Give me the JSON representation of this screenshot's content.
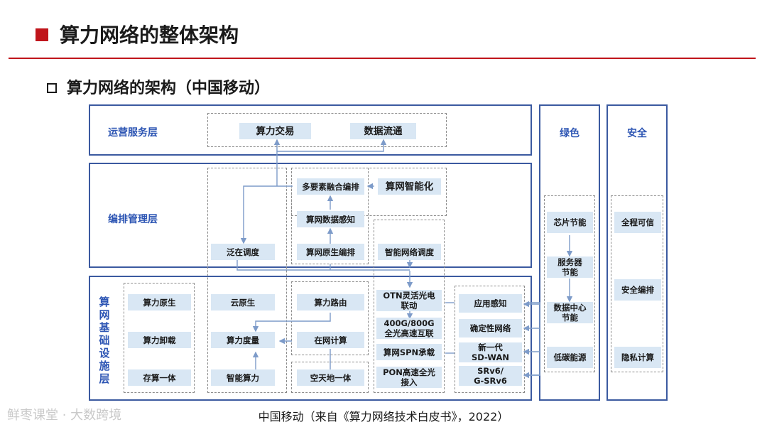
{
  "page": {
    "title": "算力网络的整体架构",
    "subtitle": "算力网络的架构（中国移动）",
    "caption": "中国移动（来自《算力网络技术白皮书》，2022）",
    "watermark": "鲜枣课堂 · 大数跨境"
  },
  "colors": {
    "accent": "#c0151b",
    "layer_border": "#3b5aa0",
    "label_blue": "#2e56b4",
    "chip_fill": "#d9e7f4",
    "arrow": "#7d9bc9"
  },
  "layers": {
    "operation": "运营服务层",
    "orchestration": "编排管理层",
    "infrastructure": "算网基础设施层",
    "green": "绿色",
    "security": "安全"
  },
  "operation_items": {
    "compute_trade": "算力交易",
    "data_flow": "数据流通"
  },
  "orchestration_items": {
    "multi_element": "多要素融合编排",
    "intelligent": "算网智能化",
    "perception": "算网数据感知",
    "native": "算网原生编排",
    "ubiquitous": "泛在调度",
    "smart_net": "智能网络调度"
  },
  "infra_items": {
    "col1": [
      "算力原生",
      "算力卸载",
      "存算一体"
    ],
    "col2": [
      "云原生",
      "算力度量",
      "智能算力"
    ],
    "col3": [
      "算力路由",
      "在网计算",
      "空天地一体"
    ],
    "col4": [
      "OTN灵活光电\n联动",
      "400G/800G\n全光高速互联",
      "算网SPN承载",
      "PON高速全光\n接入"
    ],
    "col5": [
      "应用感知",
      "确定性网络",
      "新一代\nSD-WAN",
      "SRv6/\nG-SRv6"
    ]
  },
  "green_items": [
    "芯片节能",
    "服务器\n节能",
    "数据中心\n节能",
    "低碳能源"
  ],
  "security_items": [
    "全程可信",
    "安全编排",
    "隐私计算"
  ]
}
